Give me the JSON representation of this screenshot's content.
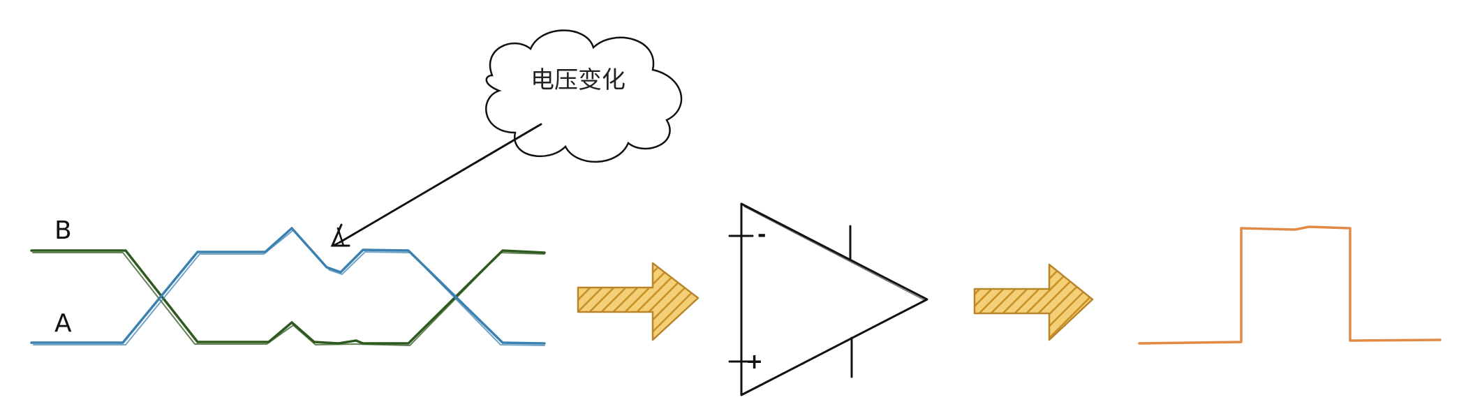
{
  "labels": {
    "signal_b": "B",
    "signal_a": "A",
    "callout": "电压变化",
    "opamp_inverting": "-",
    "opamp_noninverting": "+"
  },
  "colors": {
    "signal_a_line": "#3a80b0",
    "signal_b_line": "#2f5a1f",
    "block_arrow_fill": "#e7b43c",
    "block_arrow_stroke": "#b9852a",
    "output_pulse": "#e08a45",
    "ink": "#111111"
  },
  "icons": {
    "callout_shape": "cloud-icon",
    "flow_arrows": "hatched-block-arrow-icon",
    "amplifier": "op-amp-triangle-icon",
    "output": "square-pulse-icon"
  }
}
